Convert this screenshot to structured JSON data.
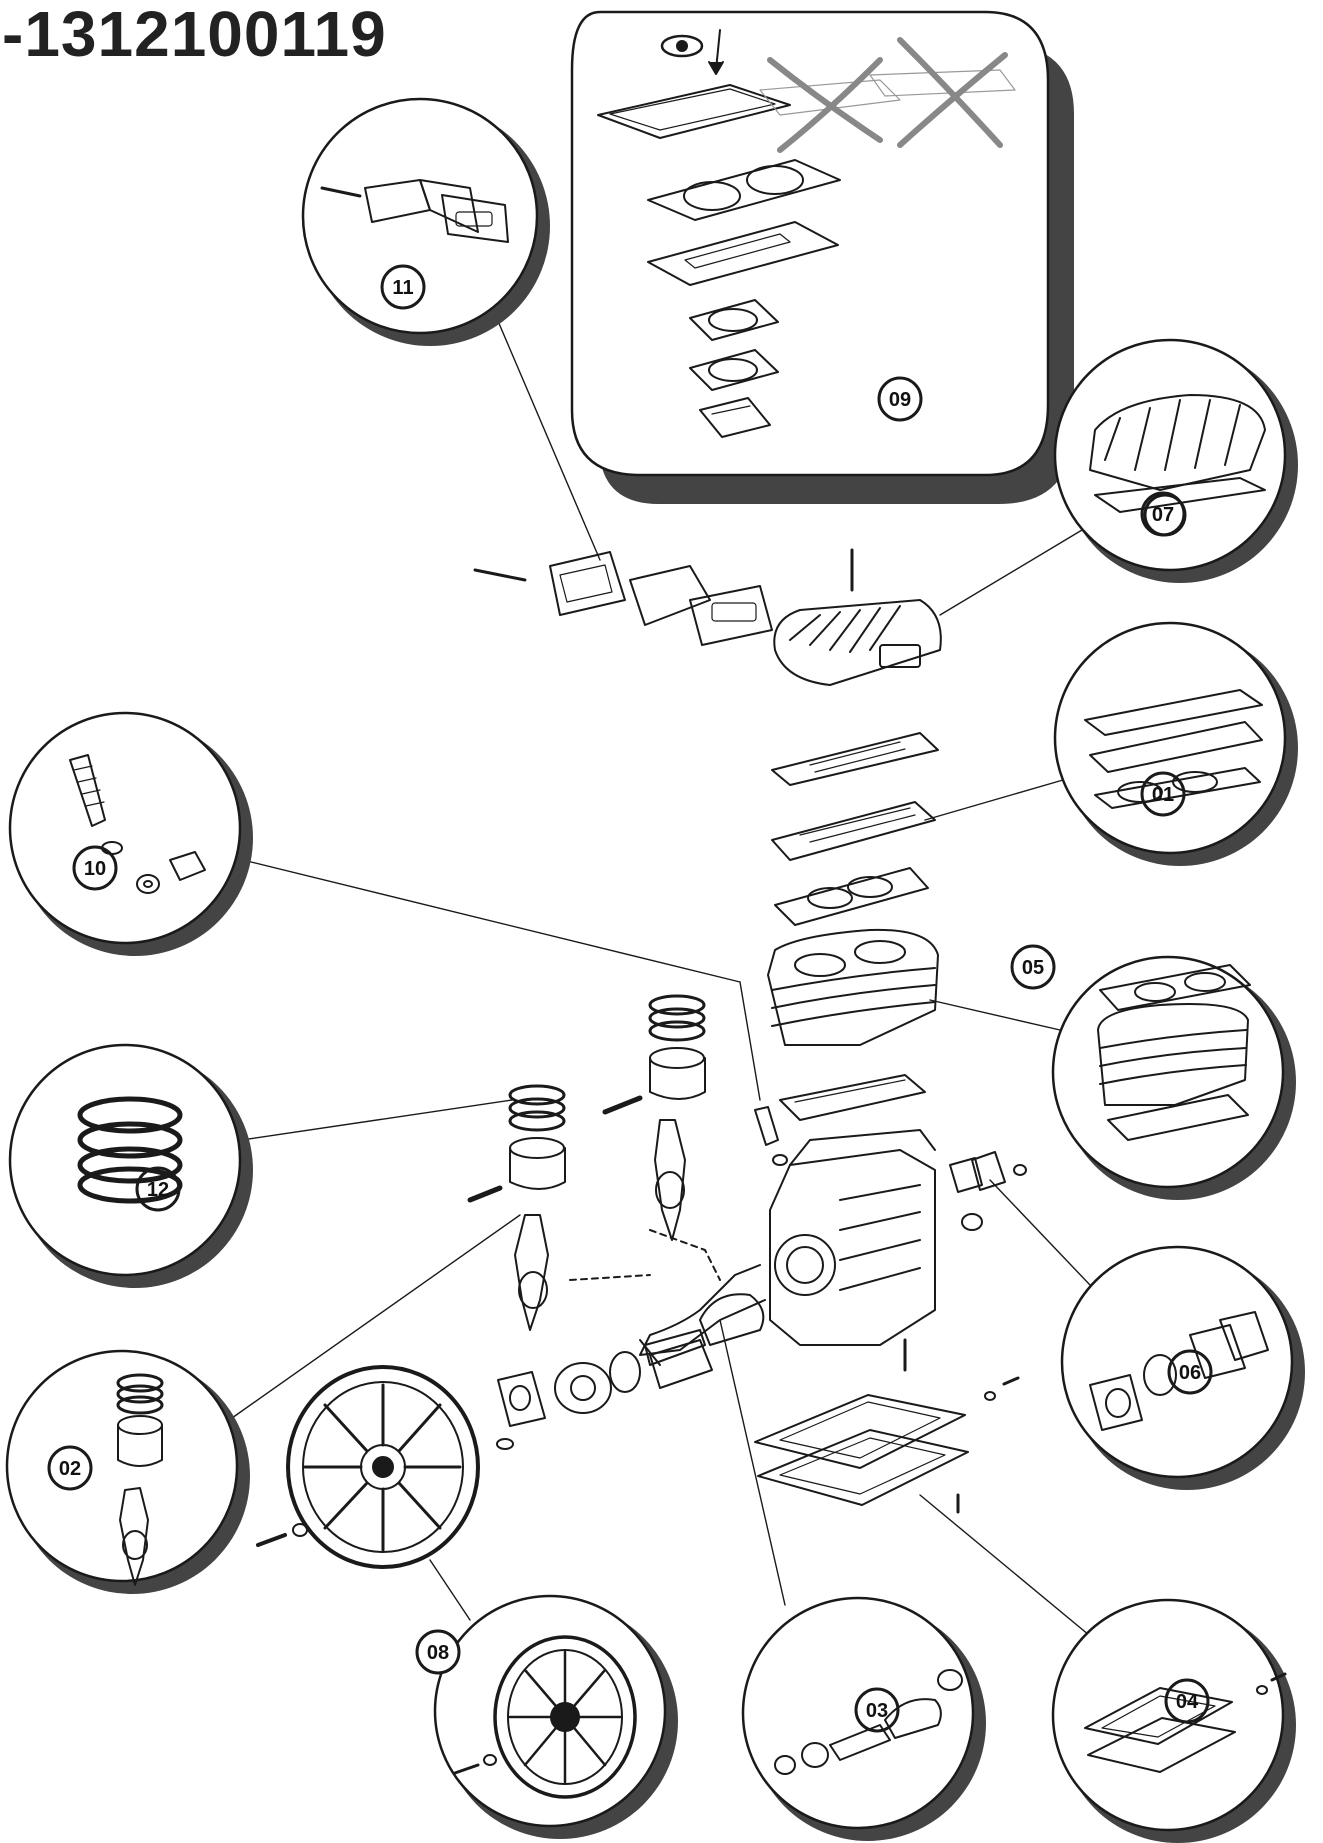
{
  "document": {
    "part_number": "-1312100119"
  },
  "callouts": [
    {
      "id": "11",
      "label": "11"
    },
    {
      "id": "09",
      "label": "09"
    },
    {
      "id": "07",
      "label": "07"
    },
    {
      "id": "01",
      "label": "01"
    },
    {
      "id": "10",
      "label": "10"
    },
    {
      "id": "05",
      "label": "05"
    },
    {
      "id": "12",
      "label": "12"
    },
    {
      "id": "06",
      "label": "06"
    },
    {
      "id": "02",
      "label": "02"
    },
    {
      "id": "08",
      "label": "08"
    },
    {
      "id": "03",
      "label": "03"
    },
    {
      "id": "04",
      "label": "04"
    }
  ],
  "colors": {
    "ink": "#1a1a1a",
    "shadow": "#444444",
    "paper": "#ffffff"
  }
}
